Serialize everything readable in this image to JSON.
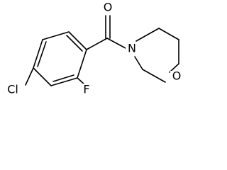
{
  "molecule": {
    "atoms": {
      "oxygen_carbonyl": "O",
      "nitrogen": "N",
      "oxygen_ring": "O",
      "chlorine": "Cl",
      "fluorine": "F"
    },
    "colors": {
      "bond": "#000000",
      "label": "#000000",
      "background": "#ffffff"
    }
  }
}
